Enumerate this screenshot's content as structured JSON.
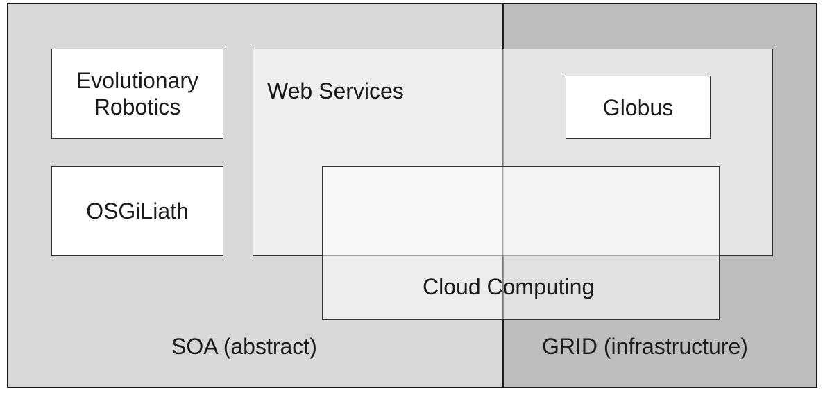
{
  "regions": {
    "soa": {
      "label": "SOA (abstract)"
    },
    "grid": {
      "label": "GRID (infrastructure)"
    }
  },
  "boxes": {
    "evolutionary_robotics": {
      "line1": "Evolutionary",
      "line2": "Robotics"
    },
    "osgiliath": {
      "label": "OSGiLiath"
    },
    "web_services": {
      "label": "Web Services"
    },
    "globus": {
      "label": "Globus"
    },
    "cloud_computing": {
      "label": "Cloud Computing"
    }
  }
}
